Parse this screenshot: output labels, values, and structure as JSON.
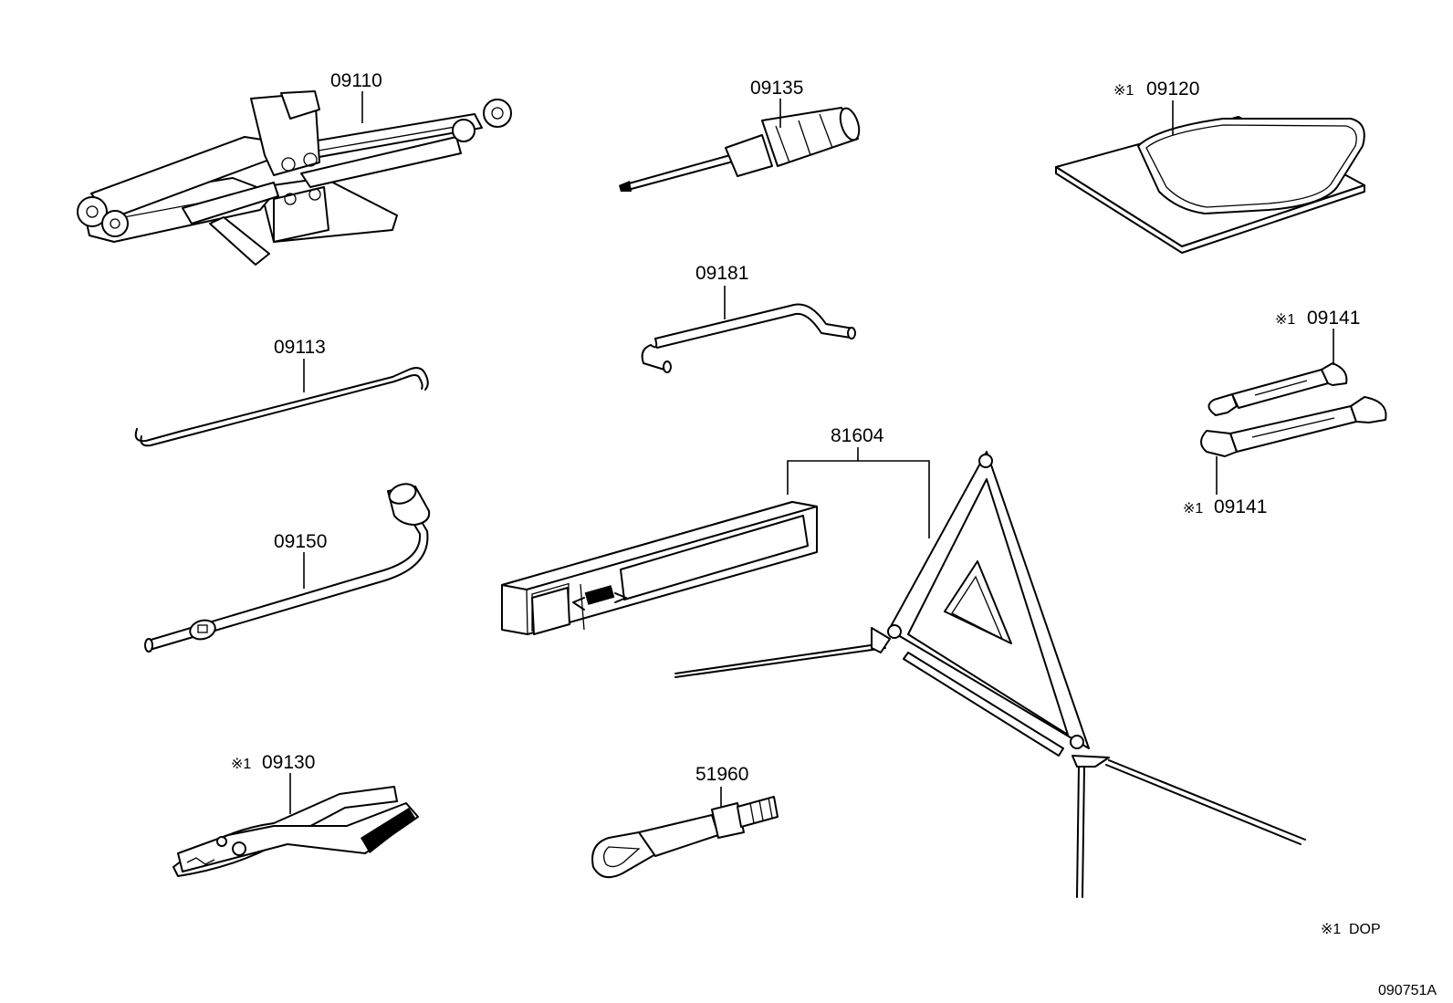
{
  "parts": {
    "p09110": {
      "number": "09110"
    },
    "p09135": {
      "number": "09135"
    },
    "p09120": {
      "mark": "※1",
      "number": "09120"
    },
    "p09181": {
      "number": "09181"
    },
    "p09141a": {
      "mark": "※1",
      "number": "09141"
    },
    "p09141b": {
      "mark": "※1",
      "number": "09141"
    },
    "p09113": {
      "number": "09113"
    },
    "p81604": {
      "number": "81604"
    },
    "p09150": {
      "number": "09150"
    },
    "p09130": {
      "mark": "※1",
      "number": "09130"
    },
    "p51960": {
      "number": "51960"
    }
  },
  "legend": {
    "mark": "※1",
    "text": "DOP"
  },
  "figure_id": "090751A"
}
